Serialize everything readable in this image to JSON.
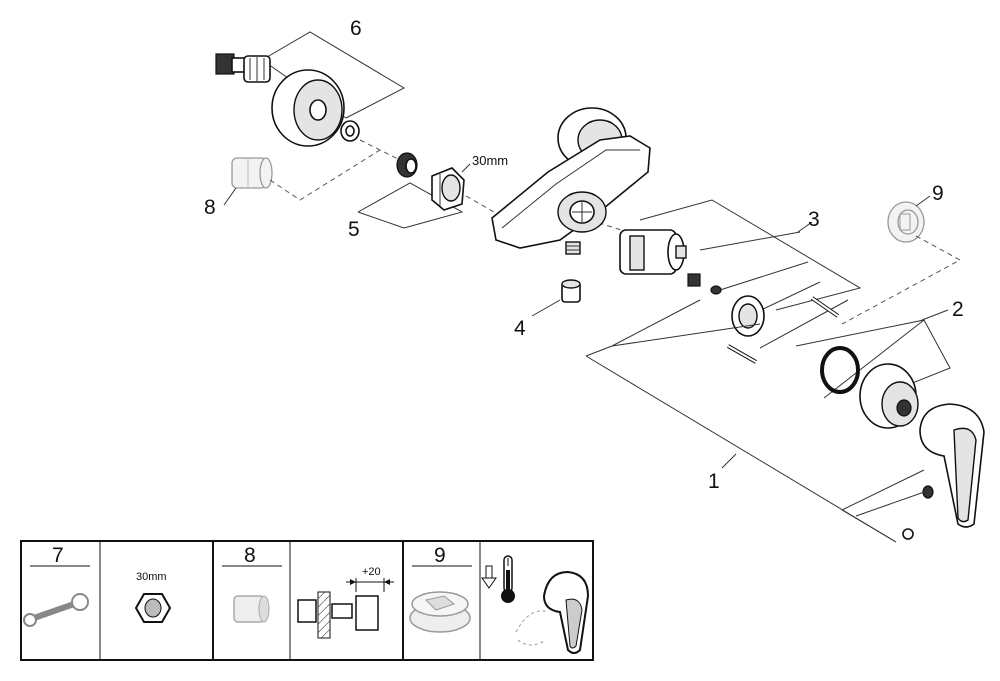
{
  "callouts": {
    "c1": "1",
    "c2": "2",
    "c3": "3",
    "c4": "4",
    "c5": "5",
    "c6": "6",
    "c8": "8",
    "c9": "9"
  },
  "labels": {
    "wrench_size": "30mm"
  },
  "legend": {
    "cell_7": {
      "number": "7",
      "nut_label": "30mm"
    },
    "cell_8": {
      "number": "8",
      "extension": "+20"
    },
    "cell_9": {
      "number": "9"
    }
  }
}
